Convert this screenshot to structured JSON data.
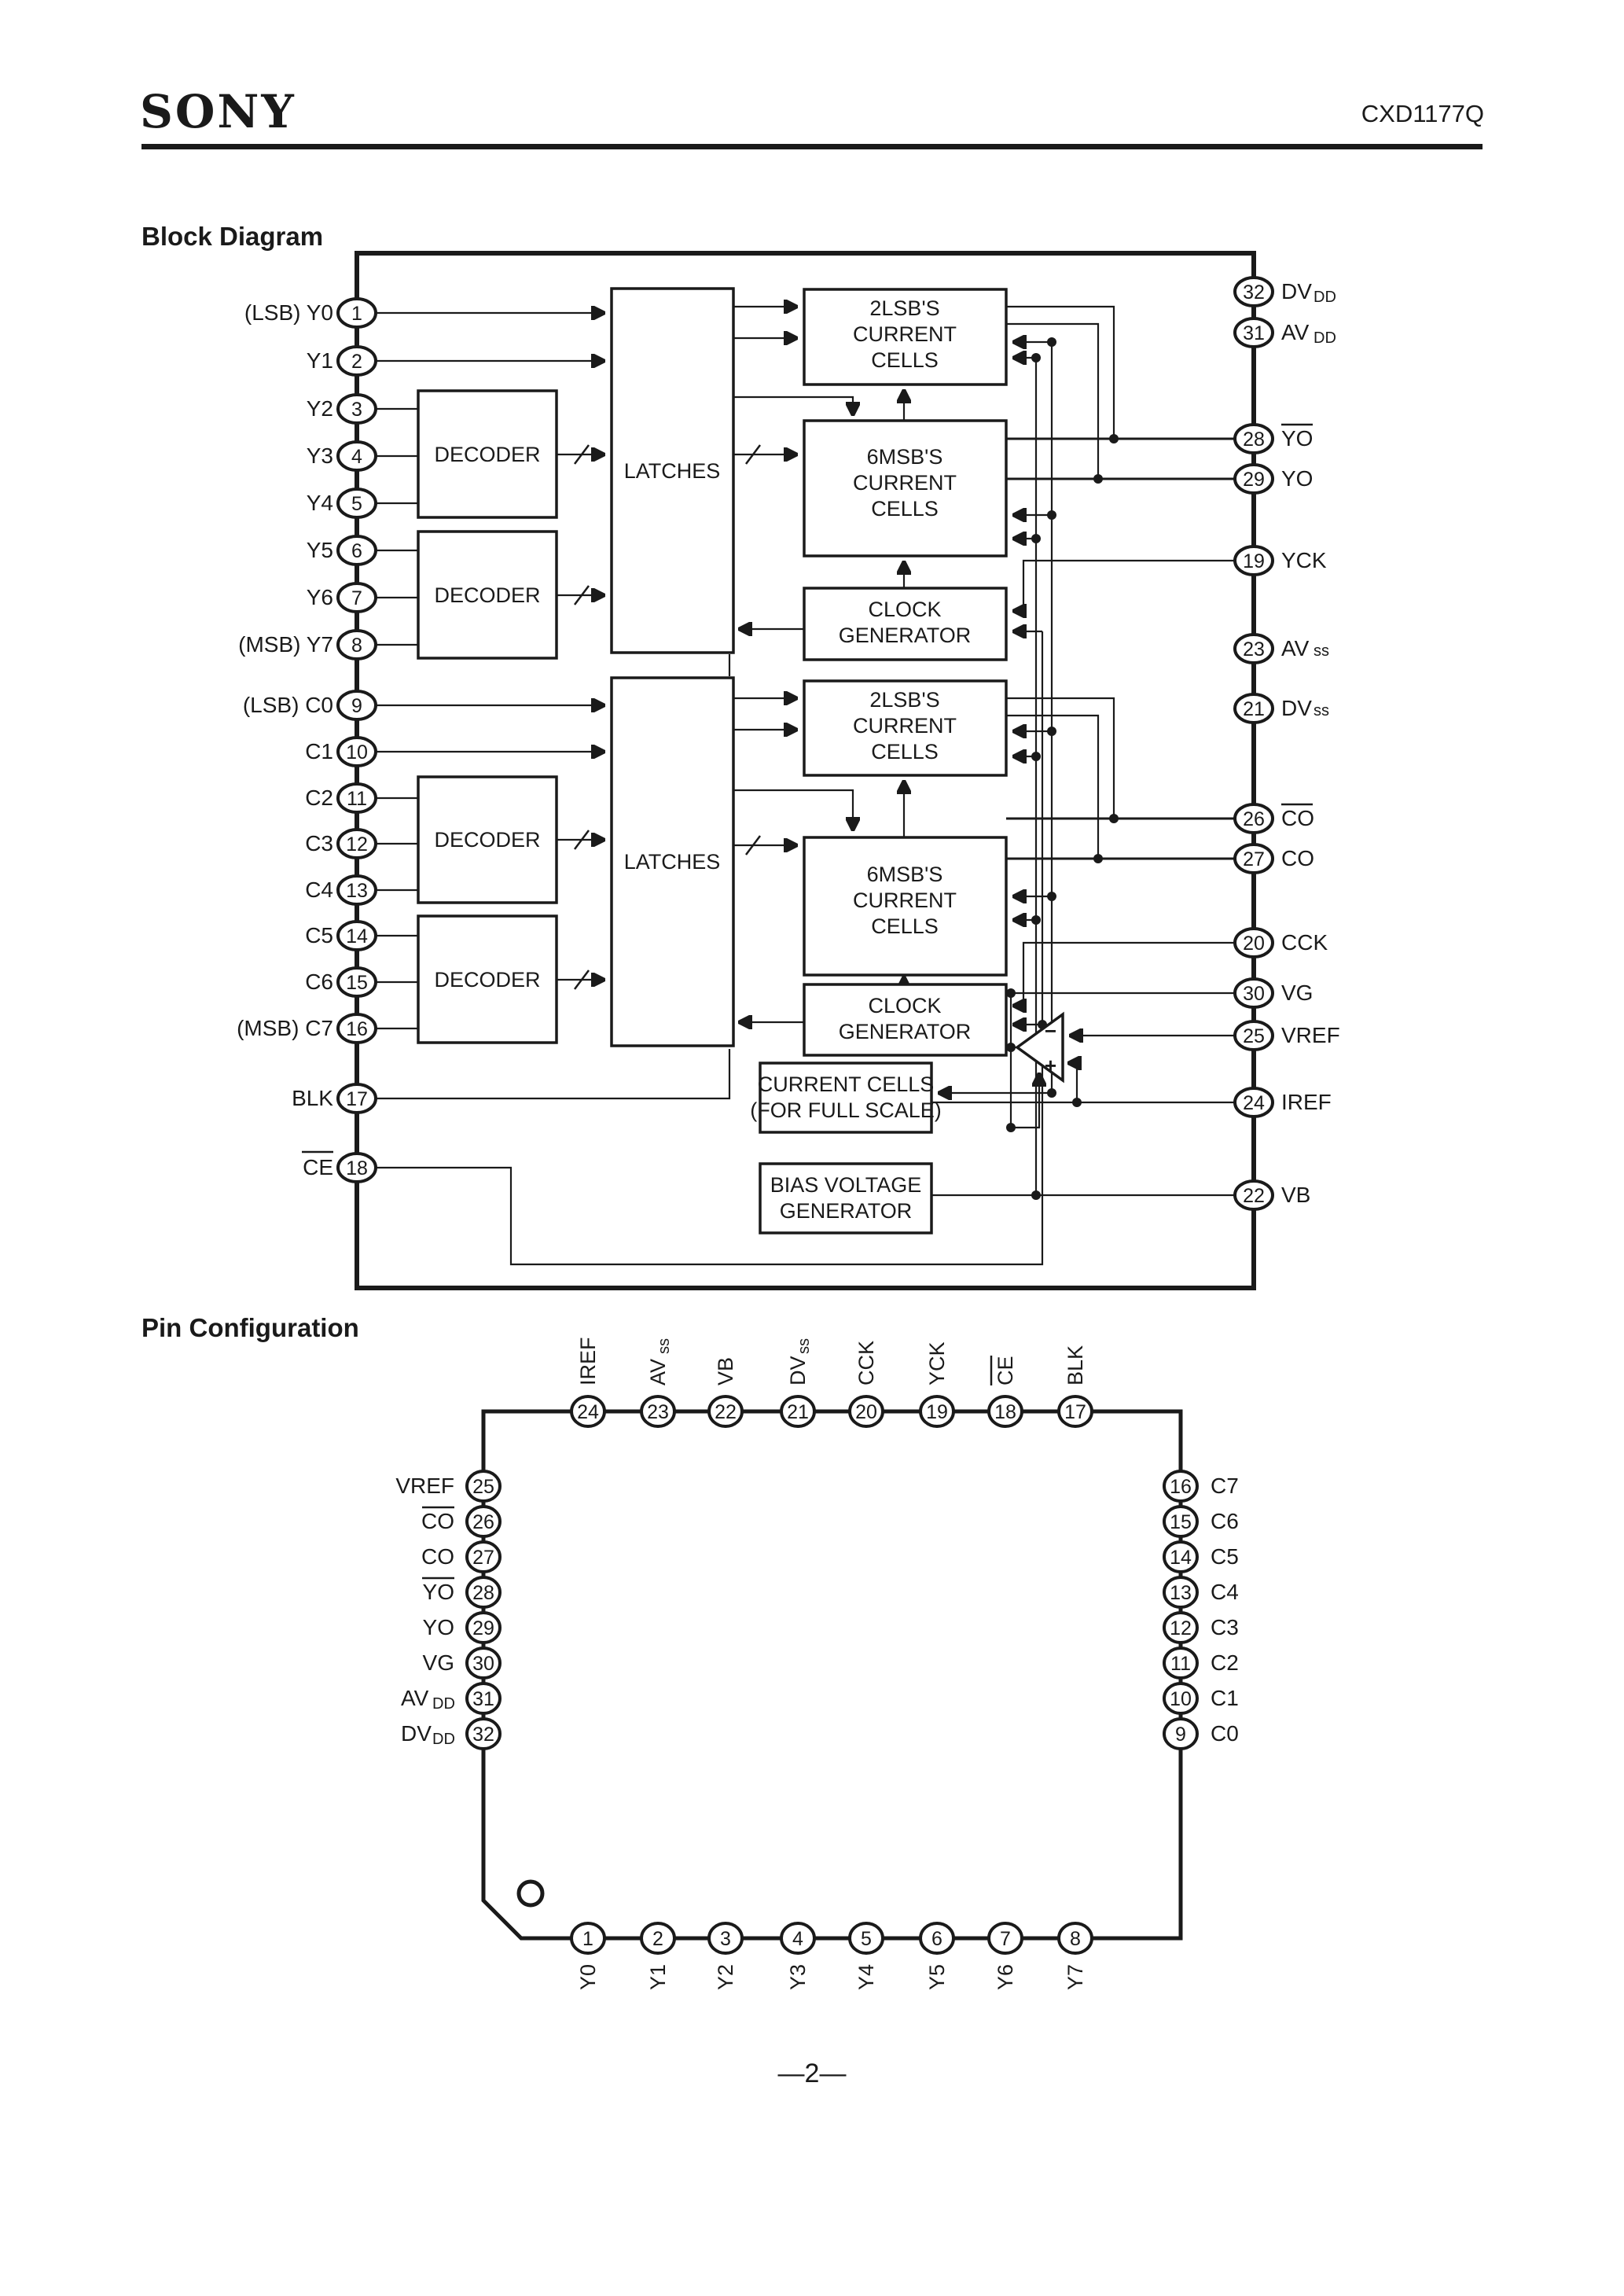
{
  "page": {
    "brand": "SONY",
    "part_number": "CXD1177Q",
    "footer": "—2—"
  },
  "block_diagram": {
    "title": "Block Diagram",
    "left_pins": [
      {
        "label": "(LSB) Y0",
        "number": "1"
      },
      {
        "label": "Y1",
        "number": "2"
      },
      {
        "label": "Y2",
        "number": "3"
      },
      {
        "label": "Y3",
        "number": "4"
      },
      {
        "label": "Y4",
        "number": "5"
      },
      {
        "label": "Y5",
        "number": "6"
      },
      {
        "label": "Y6",
        "number": "7"
      },
      {
        "label": "(MSB) Y7",
        "number": "8"
      },
      {
        "label": "(LSB) C0",
        "number": "9"
      },
      {
        "label": "C1",
        "number": "10"
      },
      {
        "label": "C2",
        "number": "11"
      },
      {
        "label": "C3",
        "number": "12"
      },
      {
        "label": "C4",
        "number": "13"
      },
      {
        "label": "C5",
        "number": "14"
      },
      {
        "label": "C6",
        "number": "15"
      },
      {
        "label": "(MSB) C7",
        "number": "16"
      },
      {
        "label": "BLK",
        "number": "17"
      },
      {
        "label": "CE",
        "number": "18"
      }
    ],
    "right_pins": [
      {
        "number": "32",
        "main": "DV",
        "sub": "DD"
      },
      {
        "number": "31",
        "main": "AV",
        "sub": "DD"
      },
      {
        "number": "28",
        "main": "YO",
        "sub": ""
      },
      {
        "number": "29",
        "main": "YO",
        "sub": ""
      },
      {
        "number": "19",
        "main": "YCK",
        "sub": ""
      },
      {
        "number": "23",
        "main": "AV",
        "sub": "ss"
      },
      {
        "number": "21",
        "main": "DV",
        "sub": "ss"
      },
      {
        "number": "26",
        "main": "CO",
        "sub": ""
      },
      {
        "number": "27",
        "main": "CO",
        "sub": ""
      },
      {
        "number": "20",
        "main": "CCK",
        "sub": ""
      },
      {
        "number": "30",
        "main": "VG",
        "sub": ""
      },
      {
        "number": "25",
        "main": "VREF",
        "sub": ""
      },
      {
        "number": "24",
        "main": "IREF",
        "sub": ""
      },
      {
        "number": "22",
        "main": "VB",
        "sub": ""
      }
    ],
    "boxes": {
      "decoder": "DECODER",
      "latches": "LATCHES",
      "lsb": [
        "2LSB'S",
        "CURRENT",
        "CELLS"
      ],
      "msb": [
        "6MSB'S",
        "CURRENT",
        "CELLS"
      ],
      "clock": [
        "CLOCK",
        "GENERATOR"
      ],
      "full_scale": [
        "CURRENT CELLS",
        "(FOR FULL SCALE)"
      ],
      "bias": [
        "BIAS VOLTAGE",
        "GENERATOR"
      ]
    },
    "opamp": {
      "minus": "−",
      "plus": "+"
    }
  },
  "pin_configuration": {
    "title": "Pin Configuration",
    "top_pins": [
      {
        "number": "24",
        "main": "IREF",
        "sub": ""
      },
      {
        "number": "23",
        "main": "AV",
        "sub": "ss"
      },
      {
        "number": "22",
        "main": "VB",
        "sub": ""
      },
      {
        "number": "21",
        "main": "DV",
        "sub": "ss"
      },
      {
        "number": "20",
        "main": "CCK",
        "sub": ""
      },
      {
        "number": "19",
        "main": "YCK",
        "sub": ""
      },
      {
        "number": "18",
        "main": "CE",
        "sub": ""
      },
      {
        "number": "17",
        "main": "BLK",
        "sub": ""
      }
    ],
    "left_pins": [
      {
        "number": "25",
        "main": "VREF",
        "sub": ""
      },
      {
        "number": "26",
        "main": "CO",
        "sub": ""
      },
      {
        "number": "27",
        "main": "CO",
        "sub": ""
      },
      {
        "number": "28",
        "main": "YO",
        "sub": ""
      },
      {
        "number": "29",
        "main": "YO",
        "sub": ""
      },
      {
        "number": "30",
        "main": "VG",
        "sub": ""
      },
      {
        "number": "31",
        "main": "AV",
        "sub": "DD"
      },
      {
        "number": "32",
        "main": "DV",
        "sub": "DD"
      }
    ],
    "right_pins": [
      {
        "number": "16",
        "label": "C7"
      },
      {
        "number": "15",
        "label": "C6"
      },
      {
        "number": "14",
        "label": "C5"
      },
      {
        "number": "13",
        "label": "C4"
      },
      {
        "number": "12",
        "label": "C3"
      },
      {
        "number": "11",
        "label": "C2"
      },
      {
        "number": "10",
        "label": "C1"
      },
      {
        "number": "9",
        "label": "C0"
      }
    ],
    "bottom_pins": [
      {
        "number": "1",
        "label": "Y0"
      },
      {
        "number": "2",
        "label": "Y1"
      },
      {
        "number": "3",
        "label": "Y2"
      },
      {
        "number": "4",
        "label": "Y3"
      },
      {
        "number": "5",
        "label": "Y4"
      },
      {
        "number": "6",
        "label": "Y5"
      },
      {
        "number": "7",
        "label": "Y6"
      },
      {
        "number": "8",
        "label": "Y7"
      }
    ]
  }
}
